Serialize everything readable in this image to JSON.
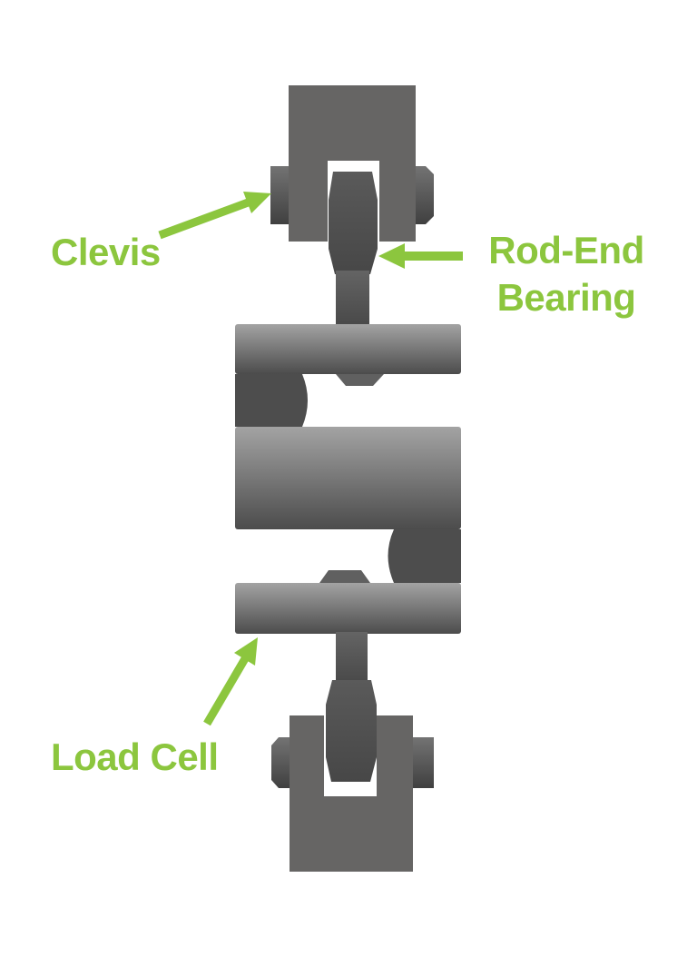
{
  "labels": {
    "clevis": {
      "text": "Clevis"
    },
    "rod_end_bearing": {
      "line1": "Rod-End",
      "line2": "Bearing"
    },
    "load_cell": {
      "text": "Load Cell"
    }
  },
  "parts": [
    {
      "name": "top-clevis",
      "label": "Clevis"
    },
    {
      "name": "top-rod-end-bearing",
      "label": "Rod-End Bearing"
    },
    {
      "name": "s-type-load-cell",
      "label": "Load Cell"
    },
    {
      "name": "bottom-rod-end-bearing",
      "label": "Rod-End Bearing"
    },
    {
      "name": "bottom-clevis",
      "label": "Clevis"
    }
  ],
  "arrows": [
    {
      "target": "Clevis",
      "direction": "up-right"
    },
    {
      "target": "Rod-End Bearing",
      "direction": "left"
    },
    {
      "target": "Load Cell",
      "direction": "up-right"
    }
  ],
  "colors": {
    "background": "#ffffff",
    "label_green": "#8cc63e",
    "arrow_green": "#8cc63e",
    "clevis_block_gray": "#666564",
    "dark_part_gray": "#4d4d4d",
    "beam_gradient_top": "#a3a3a3",
    "beam_gradient_bottom": "#4c4c4c",
    "bearing_gray": "#505050"
  }
}
